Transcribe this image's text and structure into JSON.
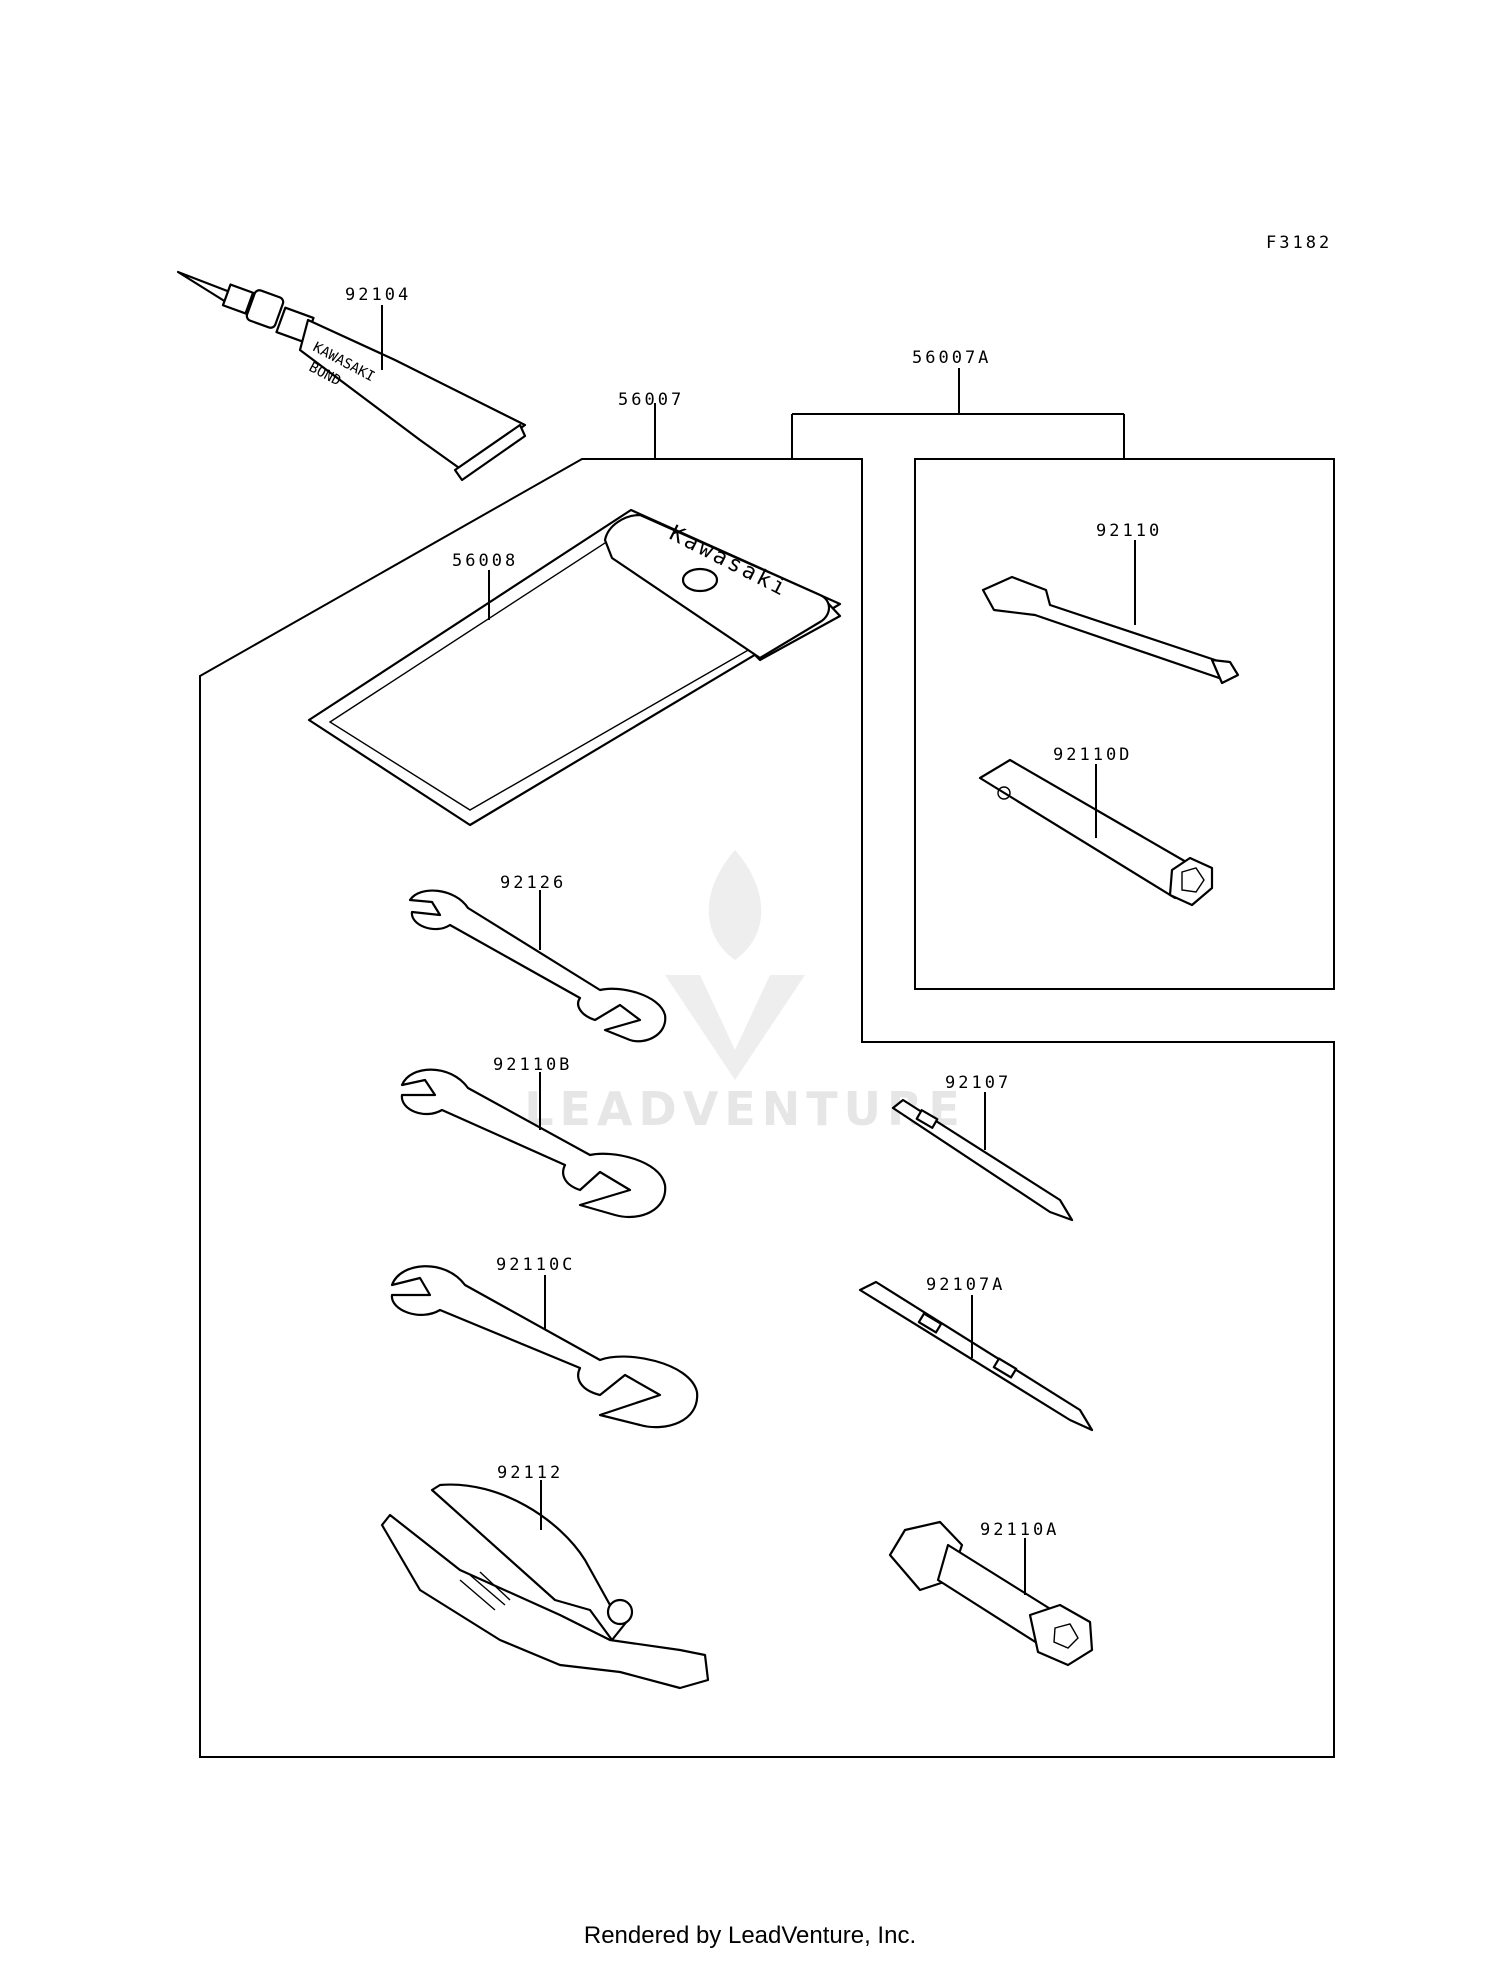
{
  "figure_code": "F3182",
  "part_labels": {
    "p92104": "92104",
    "p56007A": "56007A",
    "p56007": "56007",
    "p56008": "56008",
    "p92110": "92110",
    "p92110D": "92110D",
    "p92126": "92126",
    "p92110B": "92110B",
    "p92107": "92107",
    "p92110C": "92110C",
    "p92107A": "92107A",
    "p92112": "92112",
    "p92110A": "92110A"
  },
  "product_text": {
    "tube_line1": "KAWASAKI",
    "tube_line2": "BOND",
    "pouch": "Kawasaki"
  },
  "watermark": "LEADVENTURE",
  "footer": "Rendered by LeadVenture, Inc."
}
